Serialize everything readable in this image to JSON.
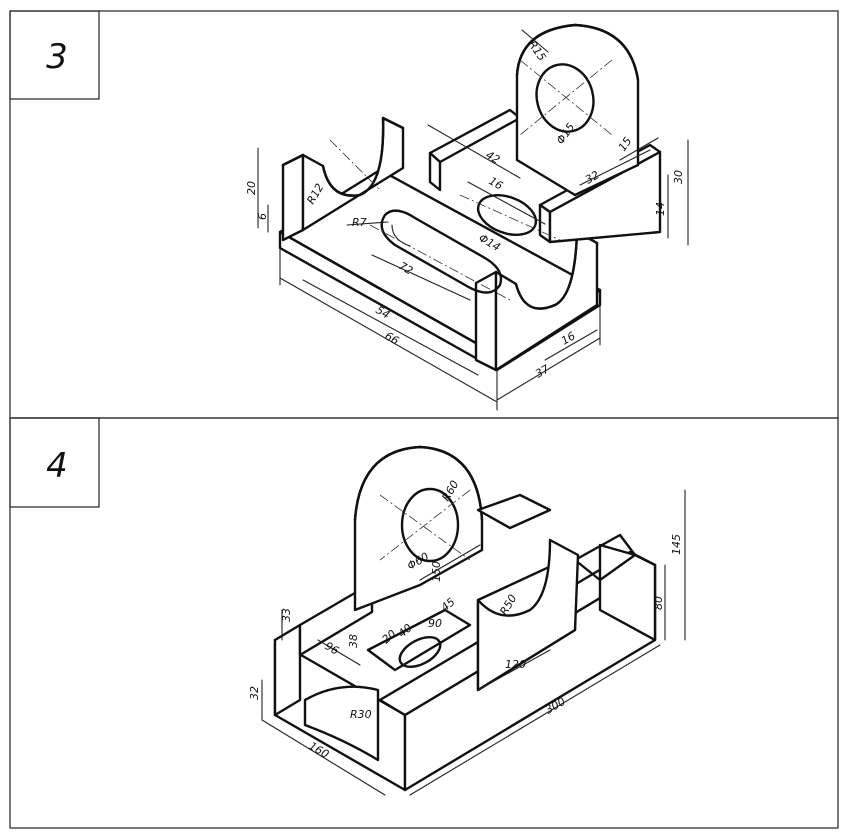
{
  "panels": [
    {
      "number": "3",
      "dims": [
        "R15",
        "Φ15",
        "15",
        "42",
        "16",
        "32",
        "30",
        "14",
        "20",
        "6",
        "R12",
        "R7",
        "Φ14",
        "72",
        "54",
        "66",
        "16",
        "37"
      ]
    },
    {
      "number": "4",
      "dims": [
        "R60",
        "Φ60",
        "150",
        "45",
        "R50",
        "145",
        "80",
        "33",
        "96",
        "38",
        "20",
        "40",
        "90",
        "120",
        "300",
        "32",
        "R30",
        "160"
      ]
    }
  ]
}
